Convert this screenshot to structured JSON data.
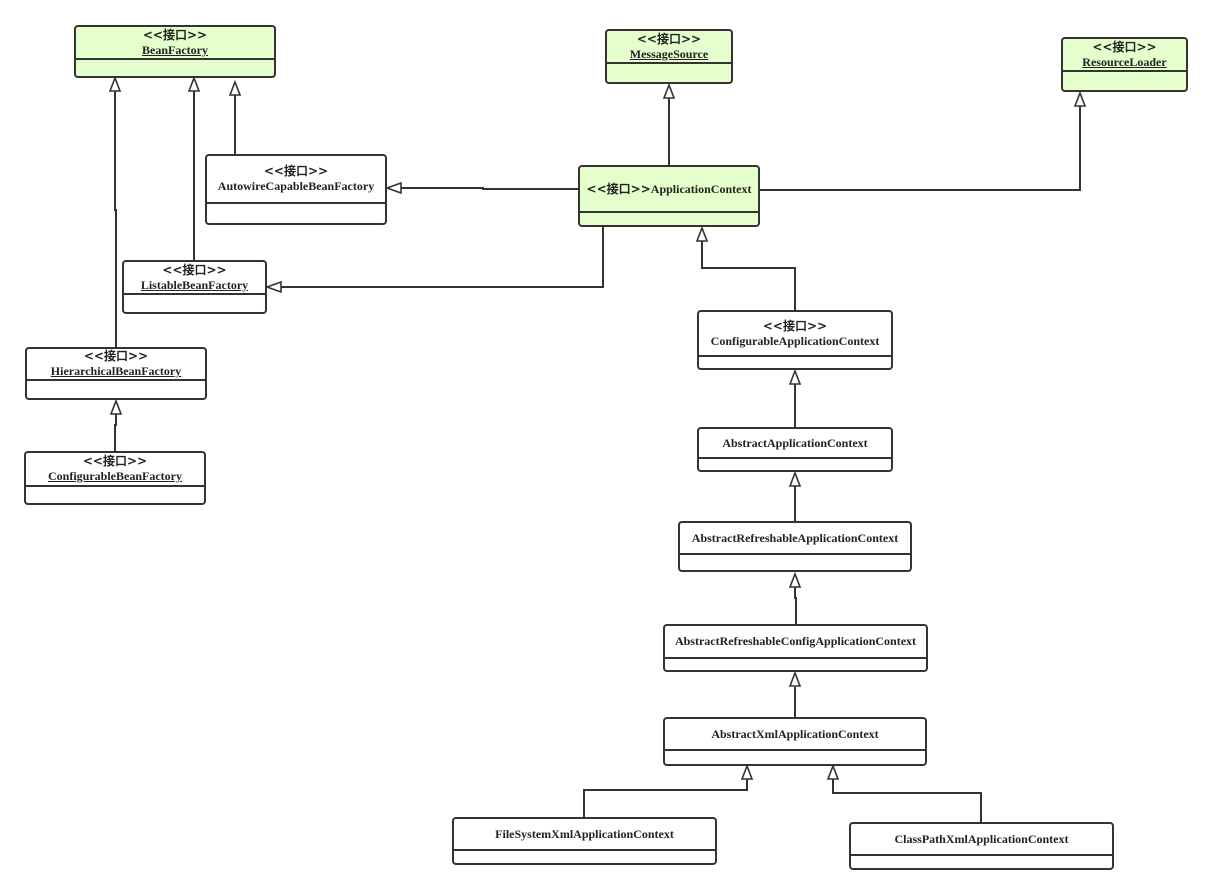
{
  "colors": {
    "interface_fill": "#e4ffcc",
    "class_fill": "#ffffff",
    "stroke": "#333333"
  },
  "stereotype": "<<接口>>",
  "nodes": {
    "bean_factory": {
      "name": "BeanFactory"
    },
    "message_source": {
      "name": "MessageSource"
    },
    "resource_loader": {
      "name": "ResourceLoader"
    },
    "autowire_capable_bean_factory": {
      "name": "AutowireCapableBeanFactory"
    },
    "application_context": {
      "name": "ApplicationContext"
    },
    "listable_bean_factory": {
      "name": "ListableBeanFactory"
    },
    "hierarchical_bean_factory": {
      "name": "HierarchicalBeanFactory"
    },
    "configurable_bean_factory": {
      "name": "ConfigurableBeanFactory"
    },
    "configurable_application_context": {
      "name": "ConfigurableApplicationContext"
    },
    "abstract_application_context": {
      "name": "AbstractApplicationContext"
    },
    "abstract_refreshable_application_context": {
      "name": "AbstractRefreshableApplicationContext"
    },
    "abstract_refreshable_config_application_context": {
      "name": "AbstractRefreshableConfigApplicationContext"
    },
    "abstract_xml_application_context": {
      "name": "AbstractXmlApplicationContext"
    },
    "file_system_xml_application_context": {
      "name": "FileSystemXmlApplicationContext"
    },
    "class_path_xml_application_context": {
      "name": "ClassPathXmlApplicationContext"
    }
  },
  "edges": [
    {
      "from": "AutowireCapableBeanFactory",
      "to": "BeanFactory",
      "kind": "generalization"
    },
    {
      "from": "ListableBeanFactory",
      "to": "BeanFactory",
      "kind": "generalization"
    },
    {
      "from": "HierarchicalBeanFactory",
      "to": "BeanFactory",
      "kind": "generalization"
    },
    {
      "from": "ConfigurableBeanFactory",
      "to": "HierarchicalBeanFactory",
      "kind": "generalization"
    },
    {
      "from": "ApplicationContext",
      "to": "MessageSource",
      "kind": "generalization"
    },
    {
      "from": "ApplicationContext",
      "to": "ResourceLoader",
      "kind": "generalization"
    },
    {
      "from": "ApplicationContext",
      "to": "AutowireCapableBeanFactory",
      "kind": "generalization"
    },
    {
      "from": "ApplicationContext",
      "to": "ListableBeanFactory",
      "kind": "generalization"
    },
    {
      "from": "ConfigurableApplicationContext",
      "to": "ApplicationContext",
      "kind": "generalization"
    },
    {
      "from": "AbstractApplicationContext",
      "to": "ConfigurableApplicationContext",
      "kind": "generalization"
    },
    {
      "from": "AbstractRefreshableApplicationContext",
      "to": "AbstractApplicationContext",
      "kind": "generalization"
    },
    {
      "from": "AbstractRefreshableConfigApplicationContext",
      "to": "AbstractRefreshableApplicationContext",
      "kind": "generalization"
    },
    {
      "from": "AbstractXmlApplicationContext",
      "to": "AbstractRefreshableConfigApplicationContext",
      "kind": "generalization"
    },
    {
      "from": "FileSystemXmlApplicationContext",
      "to": "AbstractXmlApplicationContext",
      "kind": "generalization"
    },
    {
      "from": "ClassPathXmlApplicationContext",
      "to": "AbstractXmlApplicationContext",
      "kind": "generalization"
    }
  ]
}
